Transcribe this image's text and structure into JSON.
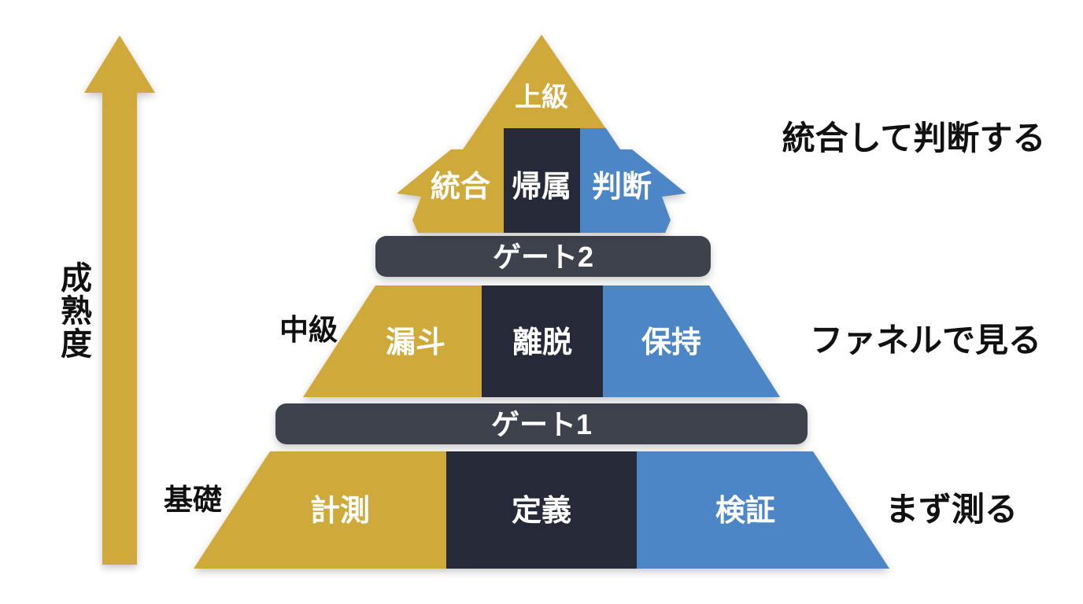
{
  "diagram": {
    "title_axis": "成熟度",
    "levels": [
      {
        "name": "基礎",
        "gold": "計測",
        "dark": "定義",
        "blue": "検証",
        "annotation": "まず測る"
      },
      {
        "name": "中級",
        "gold": "漏斗",
        "dark": "離脱",
        "blue": "保持",
        "annotation": "ファネルで見る"
      },
      {
        "name": "上級",
        "gold": "統合",
        "dark": "帰属",
        "blue": "判断",
        "annotation": "統合して判断する"
      }
    ],
    "gates": [
      {
        "label": "ゲート1"
      },
      {
        "label": "ゲート2"
      }
    ],
    "colors": {
      "gold": "#D0A93B",
      "dark": "#262B38",
      "blue": "#4E86C6",
      "gate": "#3C434E",
      "text_light": "#FFFFFF",
      "text_dark": "#111111"
    }
  }
}
